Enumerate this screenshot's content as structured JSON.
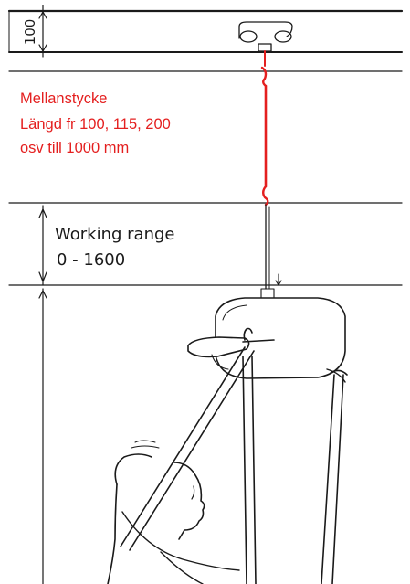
{
  "annotation": {
    "lines": [
      "Mellanstycke",
      "Längd fr 100, 115, 200",
      "osv till 1000 mm"
    ],
    "color": "#e41f1f"
  },
  "dimensions": {
    "rail_height": "100",
    "working_range_label": "Working range",
    "working_range_value": "0 - 1600"
  },
  "colors": {
    "line_art": "#1a1a1a",
    "extension_piece": "#e41f1f"
  }
}
